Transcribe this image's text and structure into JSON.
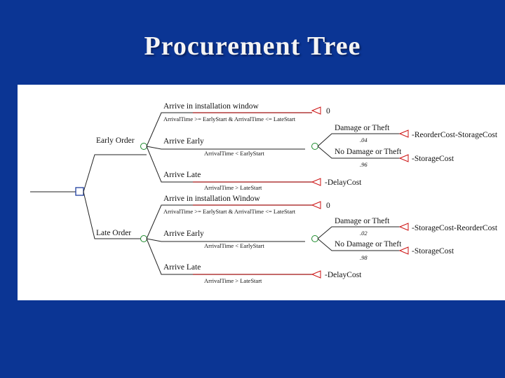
{
  "title": "Procurement Tree",
  "colors": {
    "background": "#0b3594",
    "panel": "#ffffff",
    "decision_node": "#1f3fa0",
    "chance_node": "#1a8a2a",
    "terminal_node": "#cc1010"
  },
  "tree": {
    "branches": [
      {
        "label": "Early Order",
        "outcomes": [
          {
            "label": "Arrive in installation window",
            "condition": "ArrivalTime >= EarlyStart & ArrivalTime <= LateStart",
            "payoff": "0"
          },
          {
            "label": "Arrive Early",
            "condition": "ArrivalTime < EarlyStart",
            "events": [
              {
                "label": "Damage or Theft",
                "probability": ".04",
                "payoff": "-ReorderCost-StorageCost"
              },
              {
                "label": "No Damage or Theft",
                "probability": ".96",
                "payoff": "-StorageCost"
              }
            ]
          },
          {
            "label": "Arrive Late",
            "condition": "ArrivalTime > LateStart",
            "payoff": "-DelayCost"
          }
        ]
      },
      {
        "label": "Late Order",
        "outcomes": [
          {
            "label": "Arrive in installation Window",
            "condition": "ArrivalTime >= EarlyStart & ArrivalTime <= LateStart",
            "payoff": "0"
          },
          {
            "label": "Arrive Early",
            "condition": "ArrivalTime < EarlyStart",
            "events": [
              {
                "label": "Damage or Theft",
                "probability": ".02",
                "payoff": "-StorageCost-ReorderCost"
              },
              {
                "label": "No Damage or Theft",
                "probability": ".98",
                "payoff": "-StorageCost"
              }
            ]
          },
          {
            "label": "Arrive Late",
            "condition": "ArrivalTime > LateStart",
            "payoff": "-DelayCost"
          }
        ]
      }
    ]
  }
}
